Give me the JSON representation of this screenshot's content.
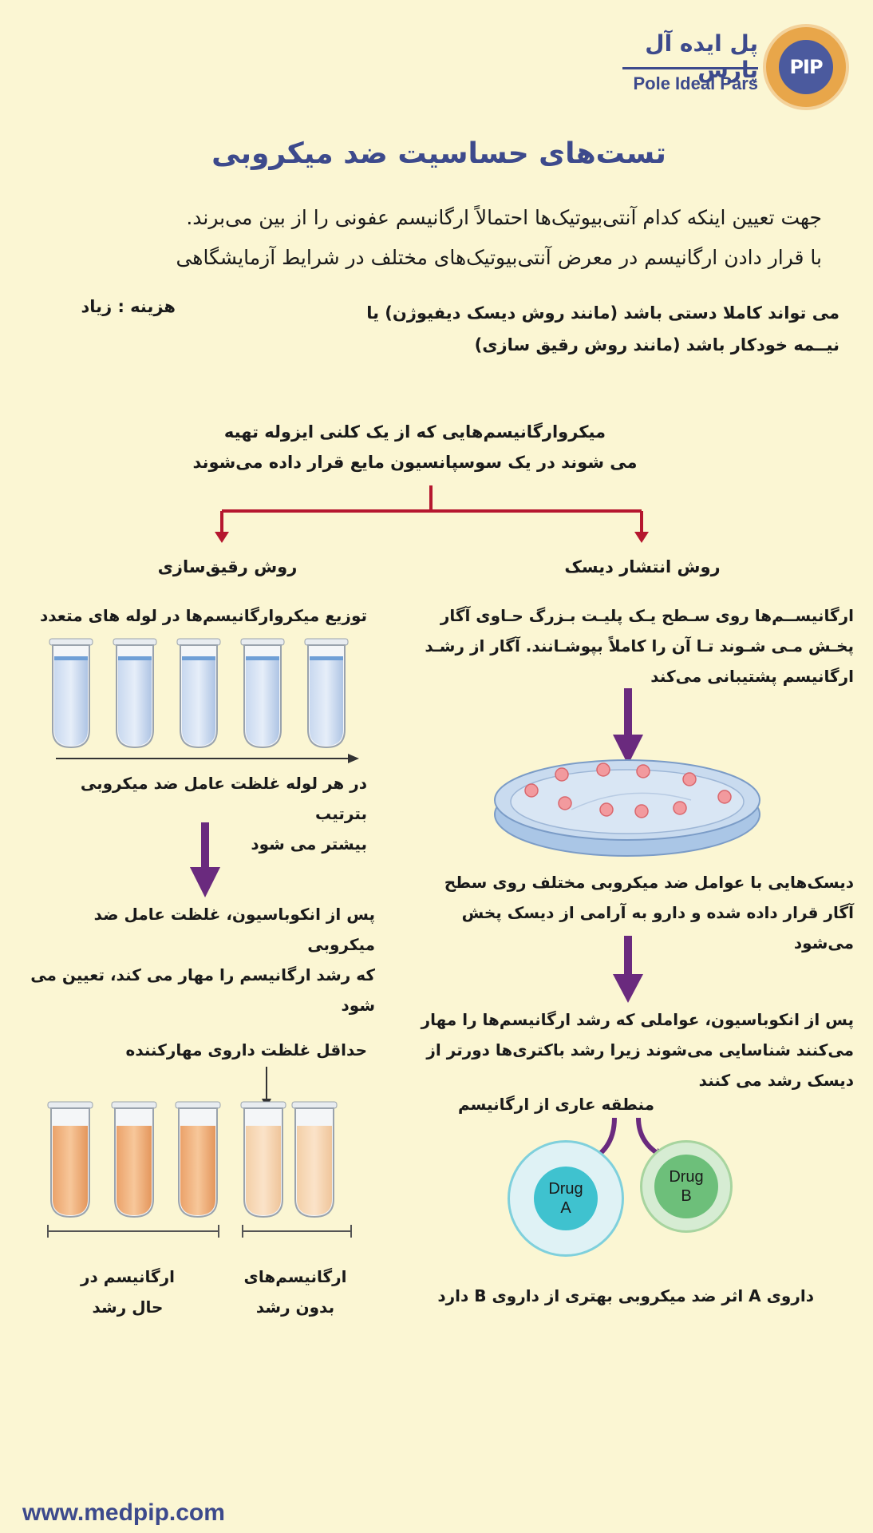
{
  "brand": {
    "name_fa": "پل ایده آل پارس",
    "name_en": "Pole Ideal Pars",
    "logo_text": "PIP",
    "colors": {
      "accent": "#3d4a8c",
      "arrow": "#6a2a7e",
      "branch": "#b5172f",
      "background": "#fbf6d3"
    }
  },
  "title": "تست‌های حساسیت ضد میکروبی",
  "intro": {
    "line1": "جهت تعیین اینکه کدام آنتی‌بیوتیک‌ها احتمالاً ارگانیسم عفونی را از بین می‌برند.",
    "line2": "با قرار دادن ارگانیسم در معرض آنتی‌بیوتیک‌های مختلف در شرایط آزمایشگاهی"
  },
  "automation": {
    "line1": "می تواند کاملا دستی باشد (مانند روش دیسک دیفیوژن) یا",
    "line2": "نیــمه خودکار باشد (مانند روش رقیق سازی)"
  },
  "cost": "هزینه :  زیاد",
  "micro": {
    "line1": "میکروارگانیسم‌هایی که از یک کلنی ایزوله تهیه",
    "line2": "می شوند در یک سوسپانسیون مایع قرار داده می‌شوند"
  },
  "disk": {
    "title": "روش انتشار دیسک",
    "step1": [
      "ارگانیســم‌ها روی سـطح یـک پلیـت بـزرگ حـاوی آگار",
      "پخـش مـی شـوند تـا آن را کاملاً بپوشـانند. آگار از رشـد",
      "ارگانیسم پشتیبانی می‌کند"
    ],
    "step2": [
      "دیسک‌هایی با عوامل ضد میکروبی مختلف روی سطح",
      "آگار قرار داده شده و دارو به آرامی از دیسک پخش می‌شود"
    ],
    "step3": [
      "پس از انکوباسیون، عواملی که رشد ارگانیسم‌ها را مهار",
      "می‌کنند شناسایی می‌شوند زیرا رشد باکتری‌ها دورتر از",
      "دیسک رشد می کنند"
    ],
    "zone_label": "منطقه عاری از ارگانیسم",
    "drug_a": "Drug A",
    "drug_b": "Drug B",
    "conclusion": "داروی  A  اثر ضد میکروبی بهتری از داروی  B  دارد"
  },
  "dilution": {
    "title": "روش رقیق‌سازی",
    "step1": "توزیع میکروارگانیسم‌ها در لوله های متعدد",
    "step2": [
      "در هر لوله غلظت عامل ضد میکروبی بترتیب",
      "بیشتر می شود"
    ],
    "step3": [
      "پس از انکوباسیون، غلظت عامل ضد میکروبی",
      "که رشد ارگانیسم را مهار می کند، تعیین می شود"
    ],
    "mic_label": "حداقل غلظت داروی مهارکننده",
    "growing": [
      "ارگانیسم در",
      "حال رشد"
    ],
    "no_growth": [
      "ارگانیسم‌های",
      "بدون رشد"
    ]
  },
  "footer": {
    "url": "www.medpip.com"
  }
}
